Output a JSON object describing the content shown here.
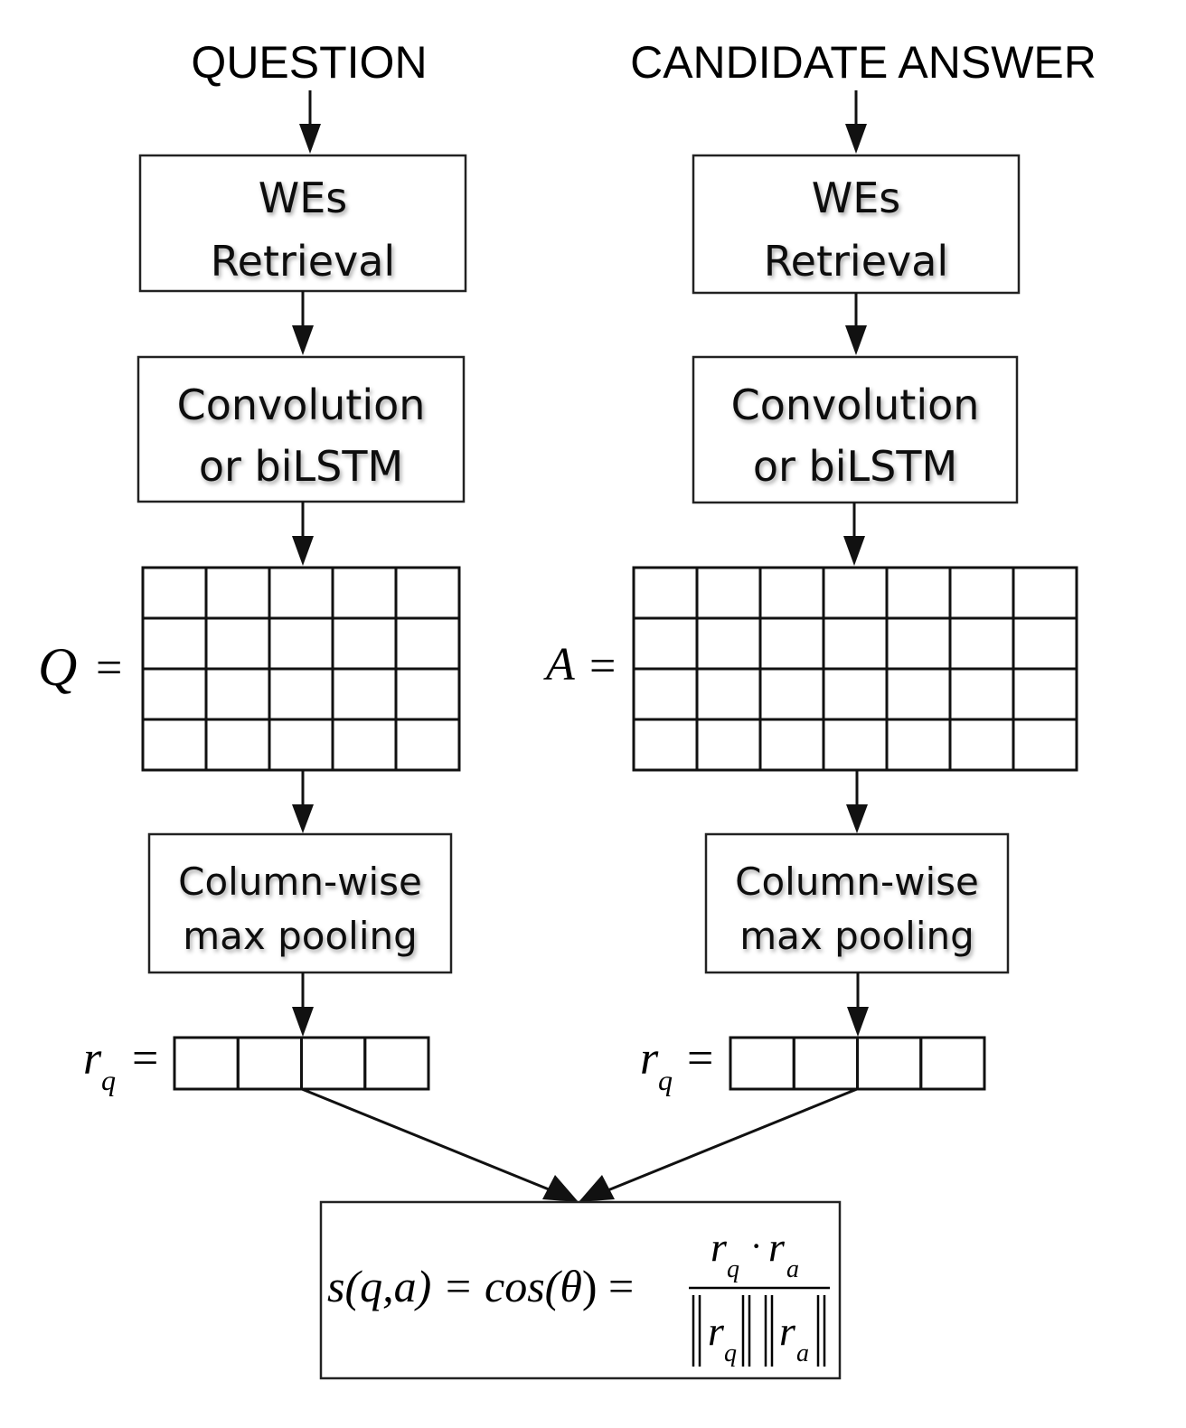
{
  "columns": {
    "question": {
      "title": "QUESTION",
      "step1": [
        "WEs",
        "Retrieval"
      ],
      "step2": [
        "Convolution",
        "or biLSTM"
      ],
      "matrix_symbol": "Q",
      "matrix_equals": "=",
      "matrix_rows": 4,
      "matrix_cols": 5,
      "step3": [
        "Column-wise",
        "max pooling"
      ],
      "vector_symbol": "r",
      "vector_subscript": "q",
      "vector_equals": "=",
      "vector_cells": 4
    },
    "answer": {
      "title": "CANDIDATE ANSWER",
      "step1": [
        "WEs",
        "Retrieval"
      ],
      "step2": [
        "Convolution",
        "or biLSTM"
      ],
      "matrix_symbol": "A",
      "matrix_equals": "=",
      "matrix_rows": 4,
      "matrix_cols": 7,
      "step3": [
        "Column-wise",
        "max pooling"
      ],
      "vector_symbol": "r",
      "vector_subscript": "q",
      "vector_equals": "=",
      "vector_cells": 4
    }
  },
  "formula": {
    "lhs": "s(q,a) = cos(",
    "theta": "θ",
    "mid": ") =",
    "numerator_r1": "r",
    "numerator_sub1": "q",
    "numerator_dot": "·",
    "numerator_r2": "r",
    "numerator_sub2": "a",
    "denominator_r1": "r",
    "denominator_sub1": "q",
    "denominator_r2": "r",
    "denominator_sub2": "a"
  }
}
